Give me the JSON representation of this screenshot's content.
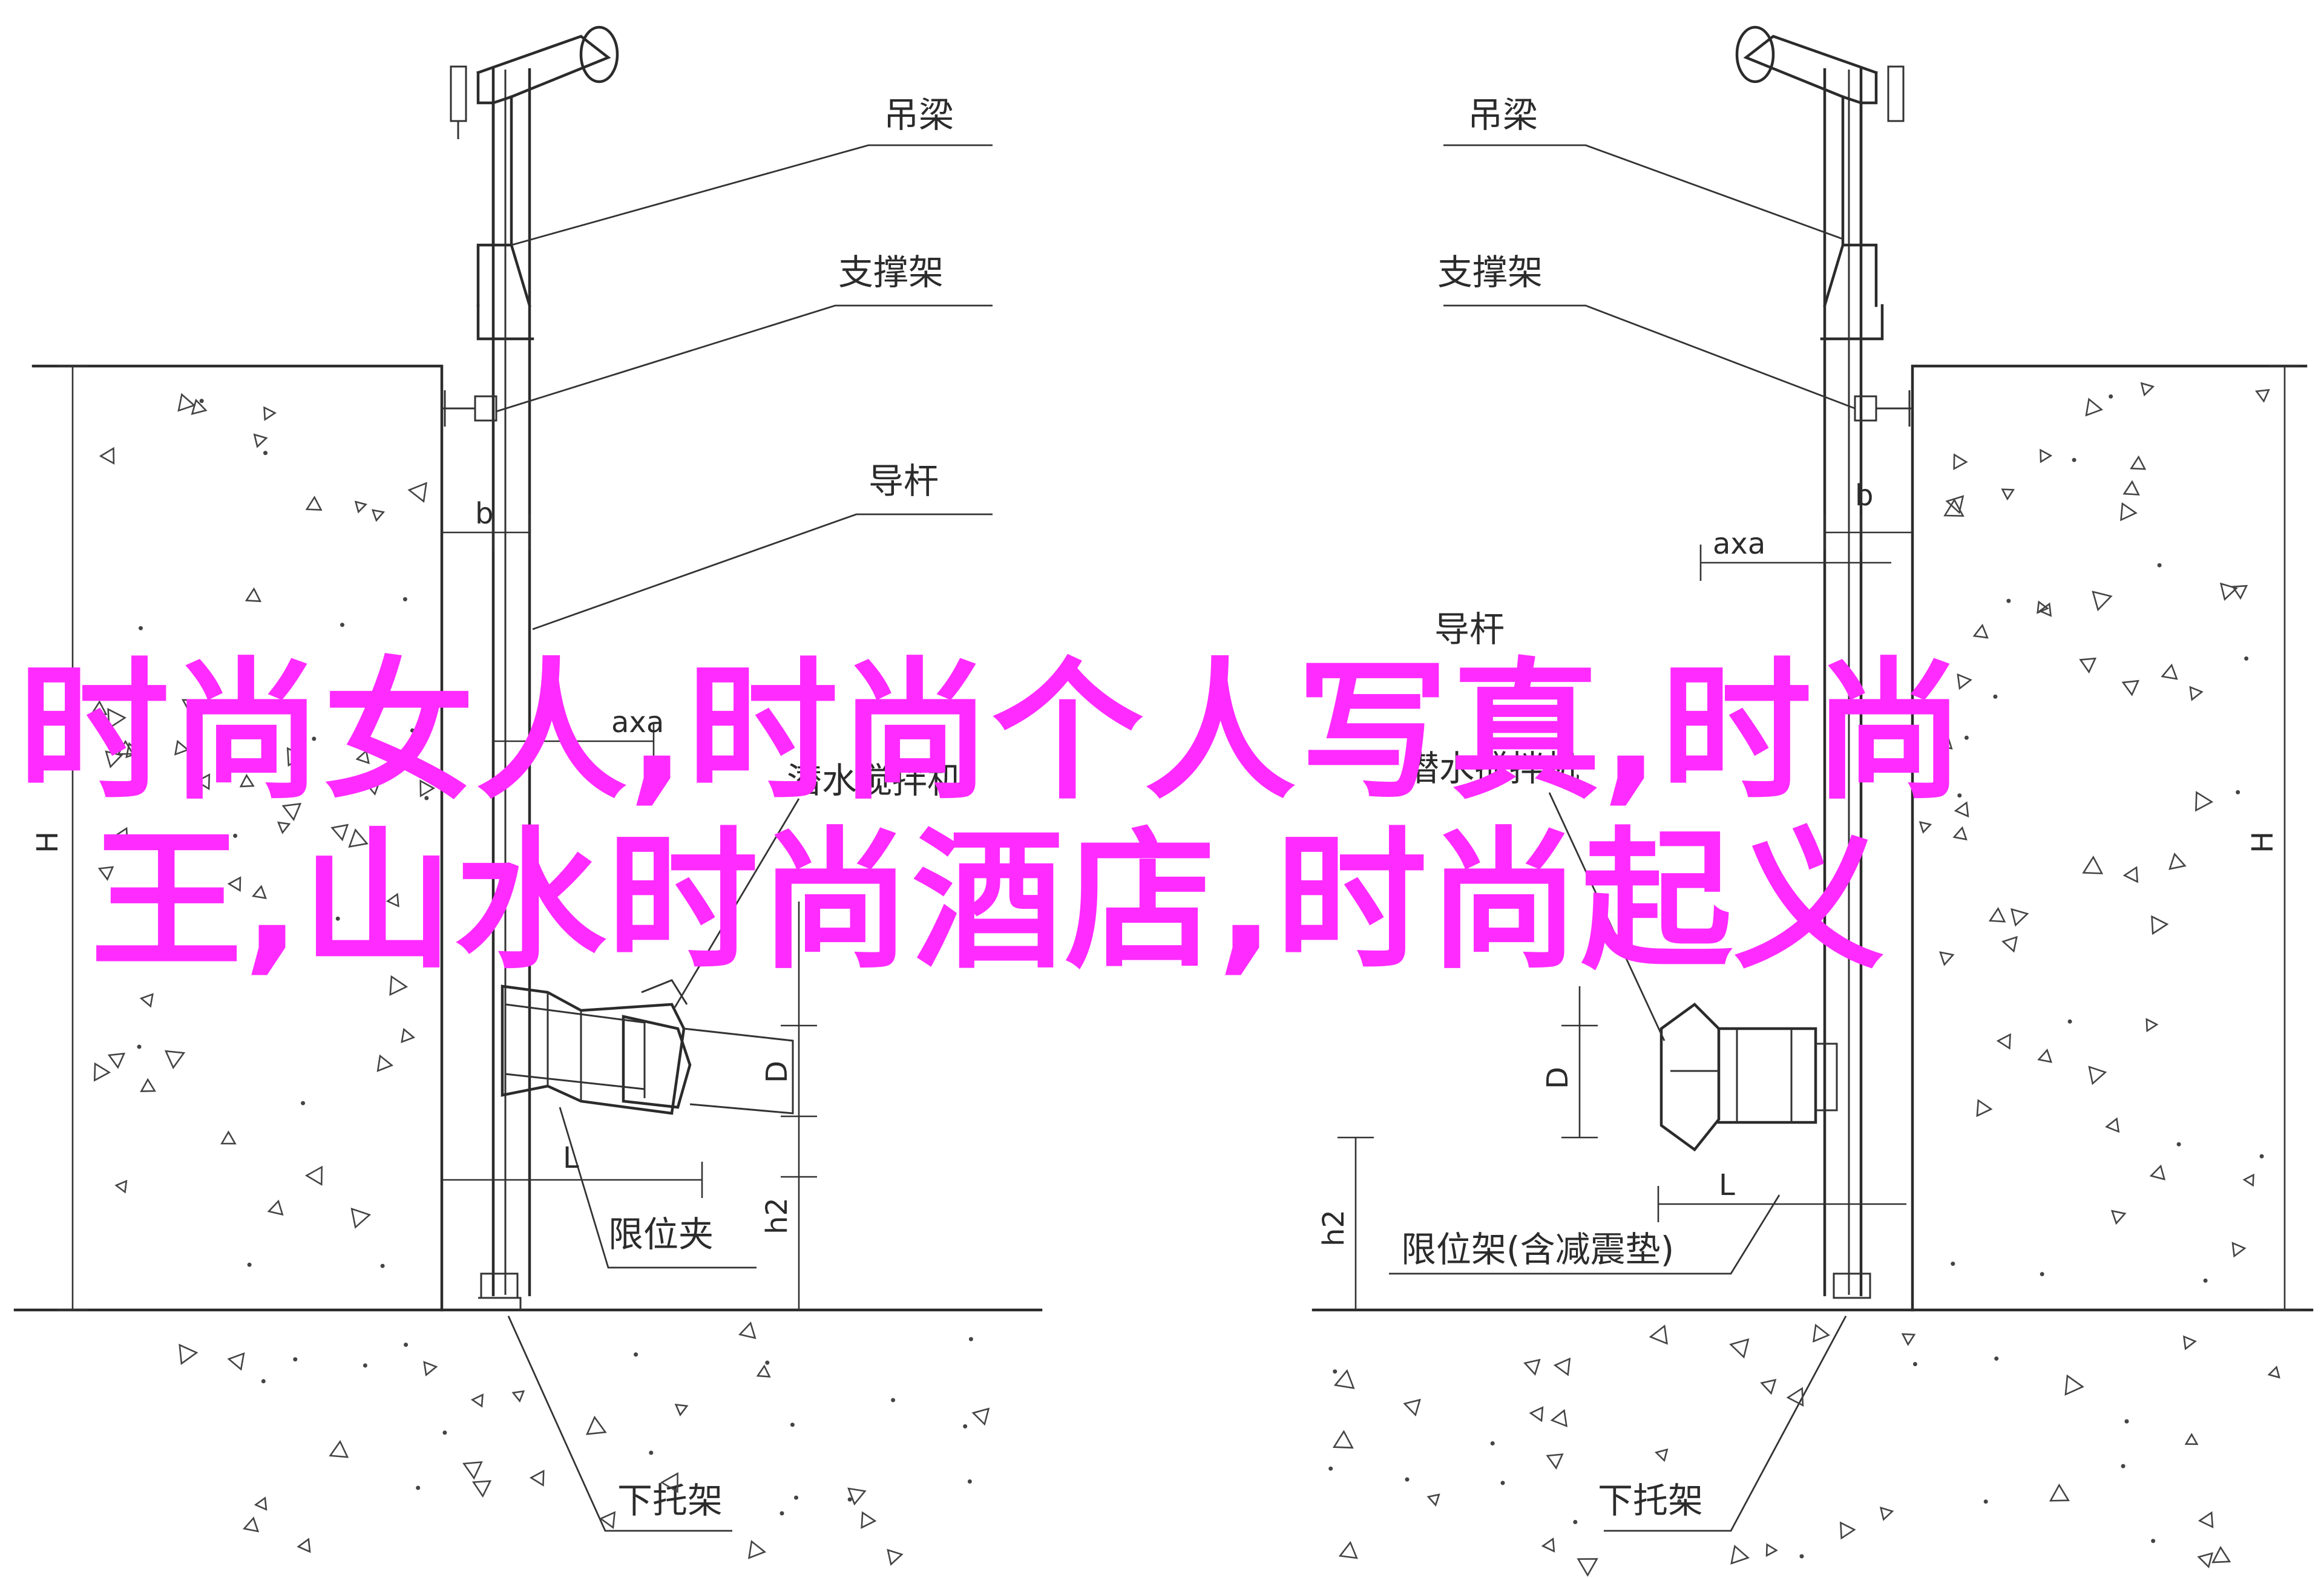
{
  "labels": {
    "left": {
      "hoist_beam": "吊梁",
      "support": "支撑架",
      "guide_rod": "导杆",
      "mixer": "潜水搅拌机",
      "limit": "限位夹",
      "bottom_bracket": "下托架",
      "dim_b": "b",
      "dim_axa": "axa",
      "dim_h": "H",
      "dim_d": "D",
      "dim_l": "L",
      "dim_h2": "h2"
    },
    "right": {
      "hoist_beam": "吊梁",
      "support": "支撑架",
      "guide_rod": "导杆",
      "mixer": "潜水搅拌机",
      "limit": "限位架(含减震垫)",
      "bottom_bracket": "下托架",
      "dim_b": "b",
      "dim_axa": "axa",
      "dim_h": "H",
      "dim_d": "D",
      "dim_l": "L",
      "dim_h2": "h2"
    }
  },
  "overlay": {
    "line1": "时尚女人,时尚个人写真,时尚",
    "line2": "王,山水时尚酒店,时尚起义",
    "color": "#ff2bff"
  },
  "colors": {
    "ink": "#2b2b2b",
    "background": "#ffffff"
  }
}
